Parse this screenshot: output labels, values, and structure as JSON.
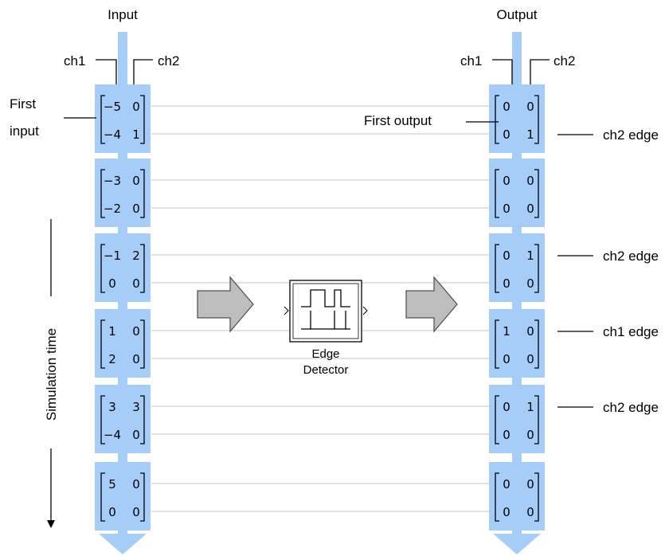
{
  "input": {
    "title": "Input",
    "ch1": "ch1",
    "ch2": "ch2",
    "first_input_line1": "First",
    "first_input_line2": "input",
    "matrices": [
      [
        [
          "−5",
          "0"
        ],
        [
          "−4",
          "1"
        ]
      ],
      [
        [
          "−3",
          "0"
        ],
        [
          "−2",
          "0"
        ]
      ],
      [
        [
          "−1",
          "2"
        ],
        [
          "0",
          "0"
        ]
      ],
      [
        [
          "1",
          "0"
        ],
        [
          "2",
          "0"
        ]
      ],
      [
        [
          "3",
          "3"
        ],
        [
          "−4",
          "0"
        ]
      ],
      [
        [
          "5",
          "0"
        ],
        [
          "0",
          "0"
        ]
      ]
    ]
  },
  "output": {
    "title": "Output",
    "ch1": "ch1",
    "ch2": "ch2",
    "first_output": "First output",
    "matrices": [
      [
        [
          "0",
          "0"
        ],
        [
          "0",
          "1"
        ]
      ],
      [
        [
          "0",
          "0"
        ],
        [
          "0",
          "0"
        ]
      ],
      [
        [
          "0",
          "1"
        ],
        [
          "0",
          "0"
        ]
      ],
      [
        [
          "1",
          "0"
        ],
        [
          "0",
          "0"
        ]
      ],
      [
        [
          "0",
          "1"
        ],
        [
          "0",
          "0"
        ]
      ],
      [
        [
          "0",
          "0"
        ],
        [
          "0",
          "0"
        ]
      ]
    ],
    "edge_labels": [
      "ch2 edge",
      "",
      "ch2 edge",
      "ch1 edge",
      "ch2 edge",
      ""
    ]
  },
  "block": {
    "label_line1": "Edge",
    "label_line2": "Detector",
    "icon": "edge-detector-pulse-icon"
  },
  "time_axis": {
    "label": "Simulation time"
  },
  "colors": {
    "column_fill": "#a6cdf7",
    "guide_line": "#c6c6c6",
    "arrow_fill": "#bdbdbd",
    "arrow_stroke": "#555555"
  }
}
